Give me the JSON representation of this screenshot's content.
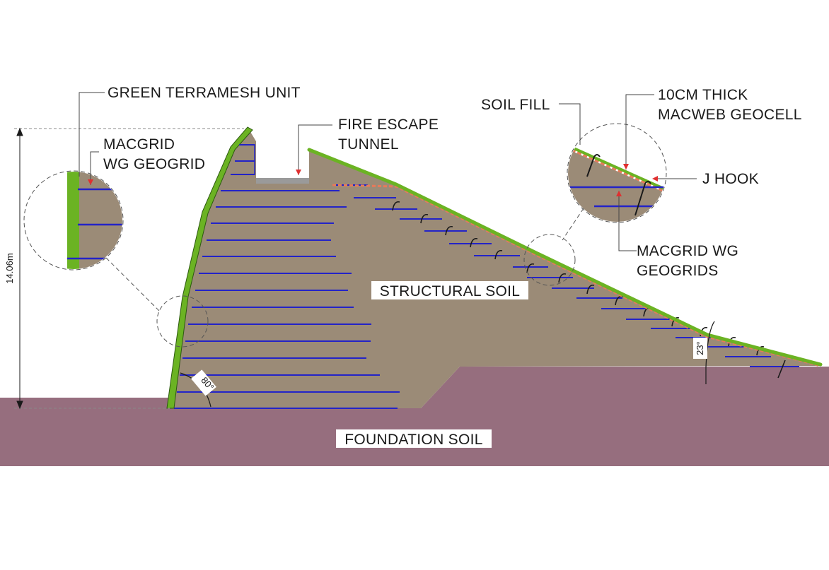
{
  "labels": {
    "green_terramesh_unit": "GREEN TERRAMESH UNIT",
    "macgrid_wg_geogrid_line1": "MACGRID",
    "macgrid_wg_geogrid_line2": "WG GEOGRID",
    "fire_escape_line1": "FIRE ESCAPE",
    "fire_escape_line2": "TUNNEL",
    "soil_fill": "SOIL FILL",
    "geocell_line1": "10CM THICK",
    "geocell_line2": "MACWEB GEOCELL",
    "j_hook": "J HOOK",
    "macgrid_geogrids_line1": "MACGRID WG",
    "macgrid_geogrids_line2": "GEOGRIDS",
    "structural_soil": "STRUCTURAL SOIL",
    "foundation_soil": "FOUNDATION SOIL"
  },
  "dimensions": {
    "height": "14.06m",
    "wall_angle": "80°",
    "slope_angle": "23°"
  },
  "colors": {
    "structural_soil": "#9b8b77",
    "foundation_soil": "#966e7e",
    "geogrid": "#2323c8",
    "vegetation": "#6bb323",
    "geocell": "#e87a5a",
    "leader": "#444444"
  }
}
